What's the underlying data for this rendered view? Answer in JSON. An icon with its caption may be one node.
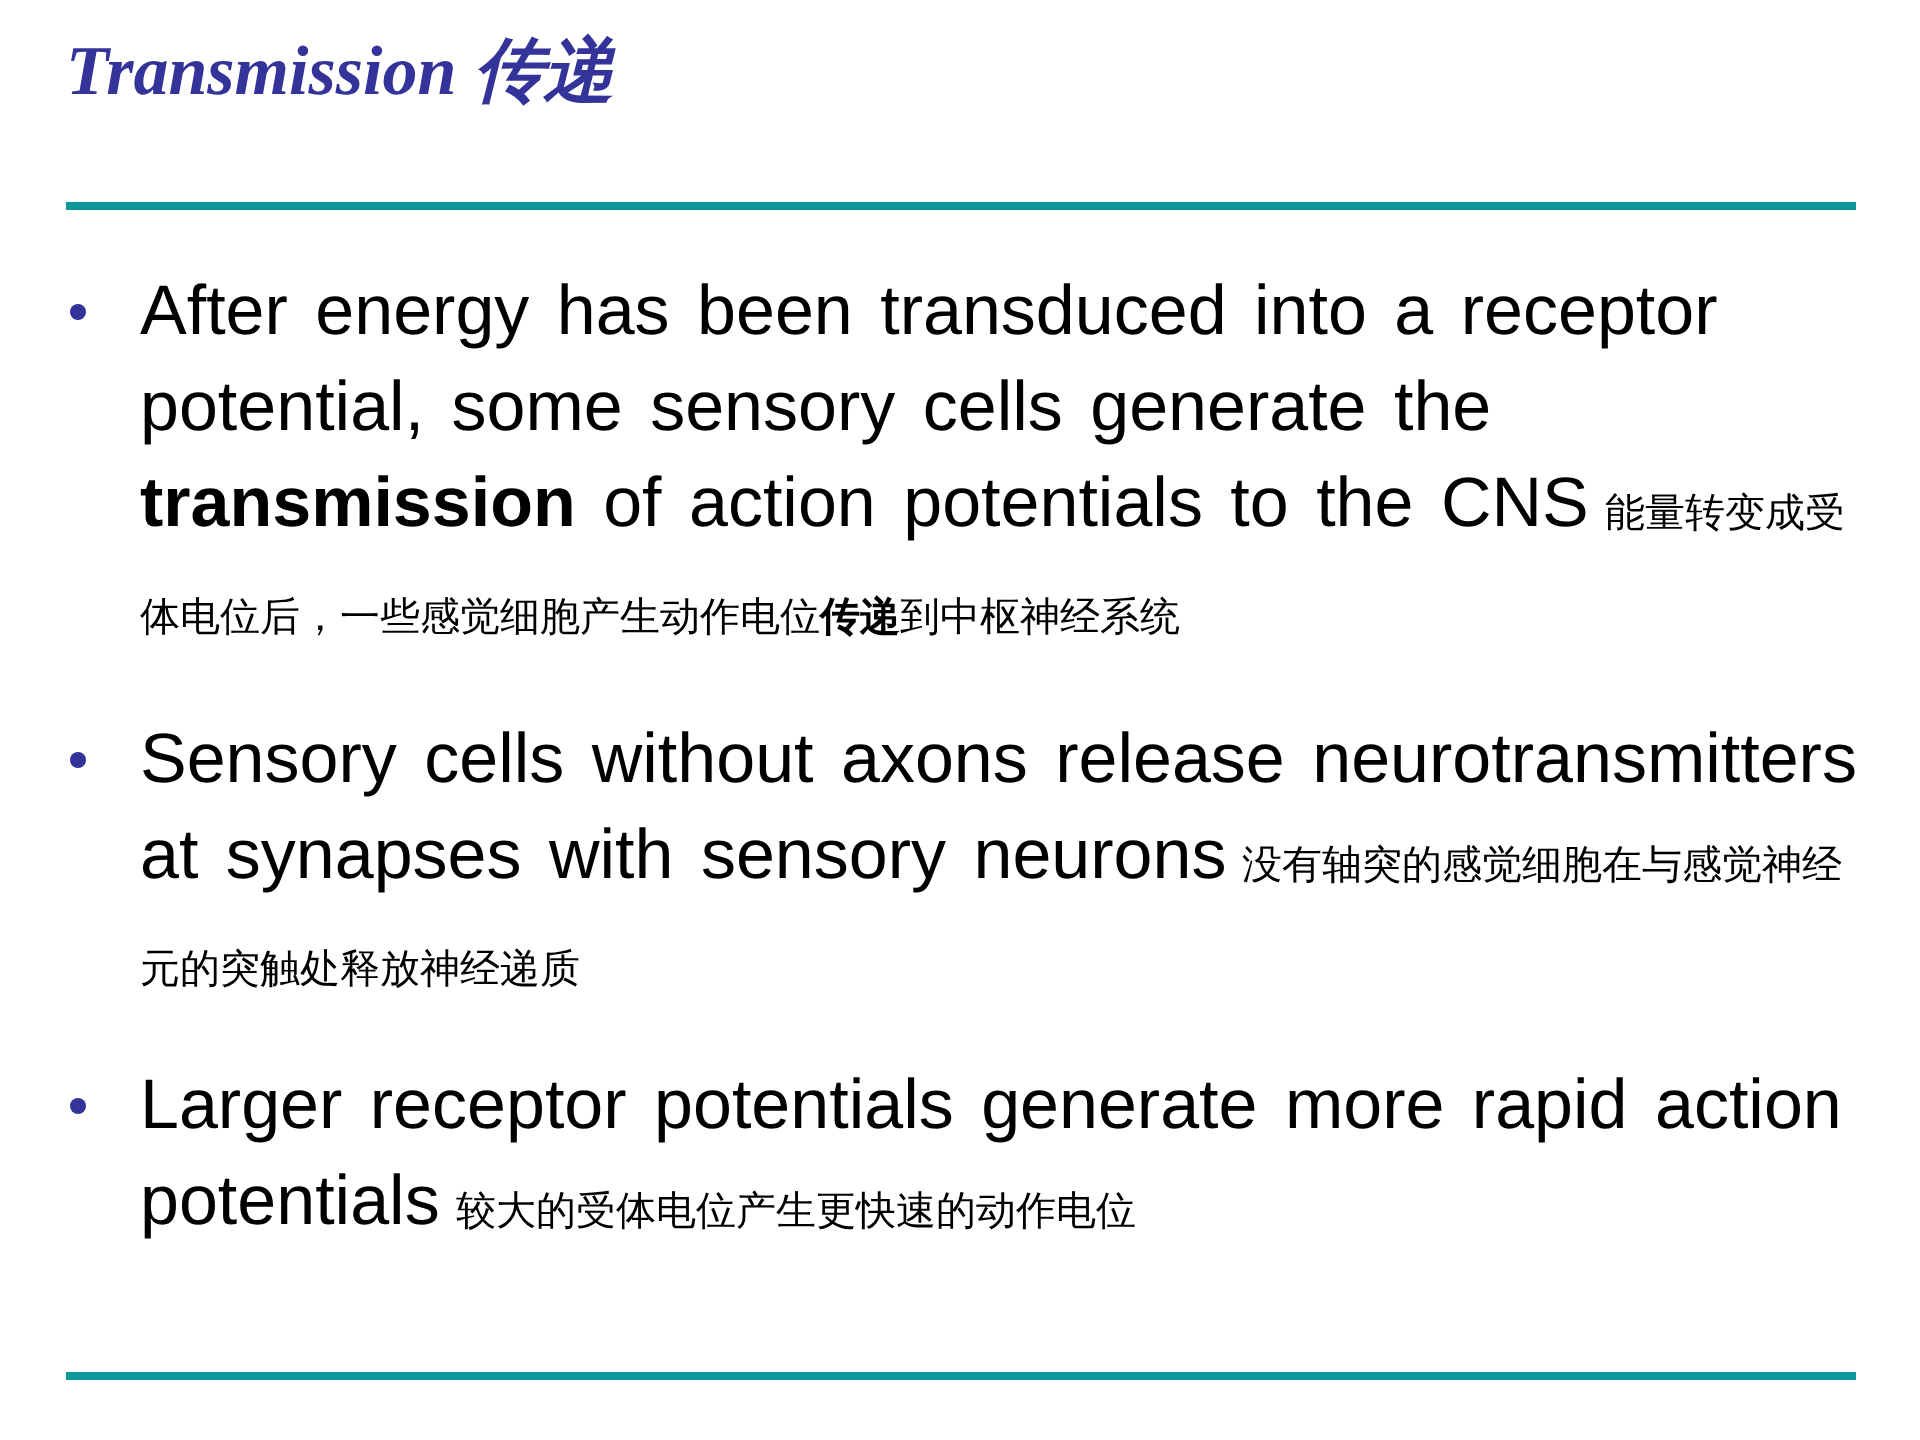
{
  "diagram": {
    "title": "Transmission 传递",
    "labels": [
      "After energy has been transduced into a receptor potential, some sensory cells generate the **transmission** of action potentials to the CNS",
      "能量转变成受体电位后，一些感觉细胞产生动作电位**传递**到中枢神经系统",
      "Sensory cells without axons release neurotransmitters at synapses with sensory neurons",
      "没有轴突的感觉细胞在与感觉神经元的突触处释放神经递质",
      "Larger receptor potentials generate more rapid action potentials",
      "较大的受体电位产生更快速的动作电位"
    ]
  }
}
